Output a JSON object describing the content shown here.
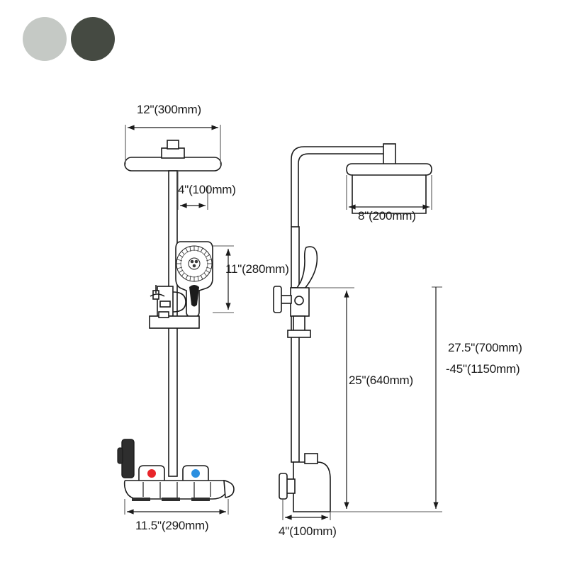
{
  "drawing": {
    "title": "Shower System Technical Dimension Drawing",
    "type": "product-dimension-drawing"
  },
  "swatches": [
    {
      "name": "light-chrome",
      "color": "#c5c9c5"
    },
    {
      "name": "matte-black",
      "color": "#454a42"
    }
  ],
  "views": {
    "front": {
      "name": "front-view"
    },
    "side": {
      "name": "side-view"
    }
  },
  "dimensions": {
    "rain_head_width": "12\"(300mm)",
    "arm_offset": "4\"(100mm)",
    "head_to_handshower": "11\"(280mm)",
    "shelf_width": "11.5\"(290mm)",
    "head_depth": "8\"(200mm)",
    "valve_to_handshower": "25\"(640mm)",
    "wall_projection": "4\"(100mm)",
    "height_range_line1": "27.5\"(700mm)",
    "height_range_line2": "-45\"(1150mm)"
  },
  "indicators": {
    "hot_label": "hot-indicator",
    "hot_color": "#e8252a",
    "cold_label": "cold-indicator",
    "cold_color": "#2a8fe0"
  }
}
